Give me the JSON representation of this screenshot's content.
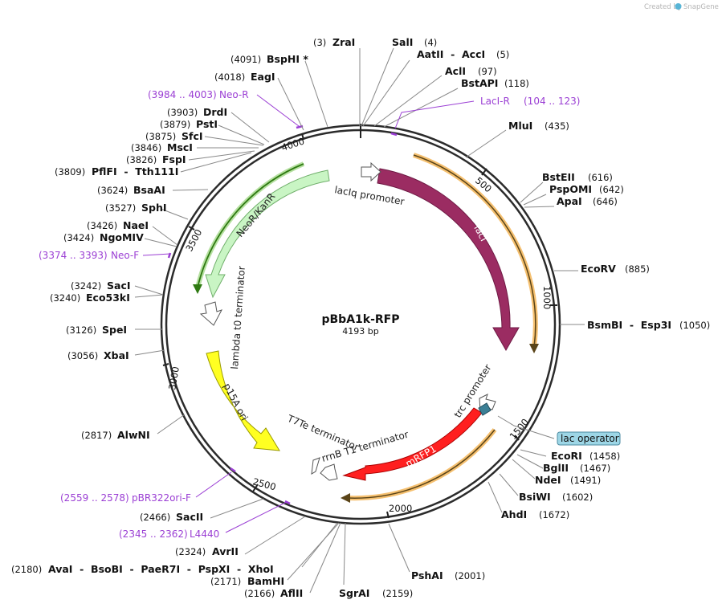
{
  "header": {
    "credit_text": "Created by",
    "credit_brand": "SnapGene"
  },
  "plasmid": {
    "name": "pBbA1k-RFP",
    "size_label": "4193 bp",
    "length": 4193
  },
  "colors": {
    "backbone": "#2b2b2b",
    "lacI": "#9b2c62",
    "mRFP1": "#ff1f1f",
    "p15A_ori": "#ffff22",
    "NeoR_KanR": "#c9f5c4",
    "promoter": "#ffffff",
    "orange_track": "#f5c070",
    "green_track": "#2f7a12",
    "primer": "#9b3fd4",
    "lac_operator": "#9dd6e6"
  },
  "sites": [
    {
      "id": "zrai",
      "name": "ZraI",
      "pos": "(3)"
    },
    {
      "id": "sali",
      "name": "SalI",
      "pos": "(4)"
    },
    {
      "id": "aatii",
      "name": "AatII  -  AccI",
      "pos": "(5)"
    },
    {
      "id": "acli",
      "name": "AclI",
      "pos": "(97)"
    },
    {
      "id": "bstapi",
      "name": "BstAPI",
      "pos": "(118)"
    },
    {
      "id": "mlui",
      "name": "MluI",
      "pos": "(435)"
    },
    {
      "id": "bsteii",
      "name": "BstEII",
      "pos": "(616)"
    },
    {
      "id": "pspomi",
      "name": "PspOMI",
      "pos": "(642)"
    },
    {
      "id": "apai",
      "name": "ApaI",
      "pos": "(646)"
    },
    {
      "id": "ecorv",
      "name": "EcoRV",
      "pos": "(885)"
    },
    {
      "id": "bsmbi",
      "name": "BsmBI  -  Esp3I",
      "pos": "(1050)"
    },
    {
      "id": "ecori",
      "name": "EcoRI",
      "pos": "(1458)"
    },
    {
      "id": "bglii",
      "name": "BglII",
      "pos": "(1467)"
    },
    {
      "id": "ndei",
      "name": "NdeI",
      "pos": "(1491)"
    },
    {
      "id": "bsiwi",
      "name": "BsiWI",
      "pos": "(1602)"
    },
    {
      "id": "ahdi",
      "name": "AhdI",
      "pos": "(1672)"
    },
    {
      "id": "pshai",
      "name": "PshAI",
      "pos": "(2001)"
    },
    {
      "id": "sgrai",
      "name": "SgrAI",
      "pos": "(2159)"
    },
    {
      "id": "aflii",
      "name": "AflII",
      "pos": "(2166)"
    },
    {
      "id": "bamhi",
      "name": "BamHI",
      "pos": "(2171)"
    },
    {
      "id": "avai",
      "name": "AvaI  -  BsoBI  -  PaeR7I  -  PspXI  -  XhoI",
      "pos": "(2180)"
    },
    {
      "id": "avrii",
      "name": "AvrII",
      "pos": "(2324)"
    },
    {
      "id": "sacii",
      "name": "SacII",
      "pos": "(2466)"
    },
    {
      "id": "alwni",
      "name": "AlwNI",
      "pos": "(2817)"
    },
    {
      "id": "xbai",
      "name": "XbaI",
      "pos": "(3056)"
    },
    {
      "id": "spei",
      "name": "SpeI",
      "pos": "(3126)"
    },
    {
      "id": "eco53ki",
      "name": "Eco53kI",
      "pos": "(3240)"
    },
    {
      "id": "saci",
      "name": "SacI",
      "pos": "(3242)"
    },
    {
      "id": "ngomiv",
      "name": "NgoMIV",
      "pos": "(3424)"
    },
    {
      "id": "naei",
      "name": "NaeI",
      "pos": "(3426)"
    },
    {
      "id": "sphi",
      "name": "SphI",
      "pos": "(3527)"
    },
    {
      "id": "bsaai",
      "name": "BsaAI",
      "pos": "(3624)"
    },
    {
      "id": "pflfi",
      "name": "PflFI  -  Tth111I",
      "pos": "(3809)"
    },
    {
      "id": "fspi",
      "name": "FspI",
      "pos": "(3826)"
    },
    {
      "id": "mscI",
      "name": "MscI",
      "pos": "(3846)"
    },
    {
      "id": "sfci",
      "name": "SfcI",
      "pos": "(3875)"
    },
    {
      "id": "psti",
      "name": "PstI",
      "pos": "(3879)"
    },
    {
      "id": "drdi",
      "name": "DrdI",
      "pos": "(3903)"
    },
    {
      "id": "eagi",
      "name": "EagI",
      "pos": "(4018)"
    },
    {
      "id": "bsphi",
      "name": "BspHI *",
      "pos": "(4091)"
    }
  ],
  "primers": [
    {
      "id": "neo-r",
      "name": "Neo-R",
      "range": "(3984 .. 4003)"
    },
    {
      "id": "laci-r",
      "name": "LacI-R",
      "range": "(104 .. 123)"
    },
    {
      "id": "neo-f",
      "name": "Neo-F",
      "range": "(3374 .. 3393)"
    },
    {
      "id": "pbr322",
      "name": "pBR322ori-F",
      "range": "(2559 .. 2578)"
    },
    {
      "id": "l4440",
      "name": "L4440",
      "range": "(2345 .. 2362)"
    }
  ],
  "features": {
    "lacI": "lacI",
    "mRFP1": "mRFP1",
    "p15A_ori": "p15A ori",
    "NeoR_KanR": "NeoR/KanR",
    "lacIq_promoter": "lacIq promoter",
    "trc_promoter": "trc promoter",
    "lambda_t0": "lambda t0 terminator",
    "T7Te": "T7Te terminator",
    "rrnB_T1": "rrnB T1 terminator",
    "lac_operator": "lac operator"
  },
  "ticks": [
    "500",
    "1000",
    "1500",
    "2000",
    "2500",
    "3000",
    "3500",
    "4000"
  ]
}
